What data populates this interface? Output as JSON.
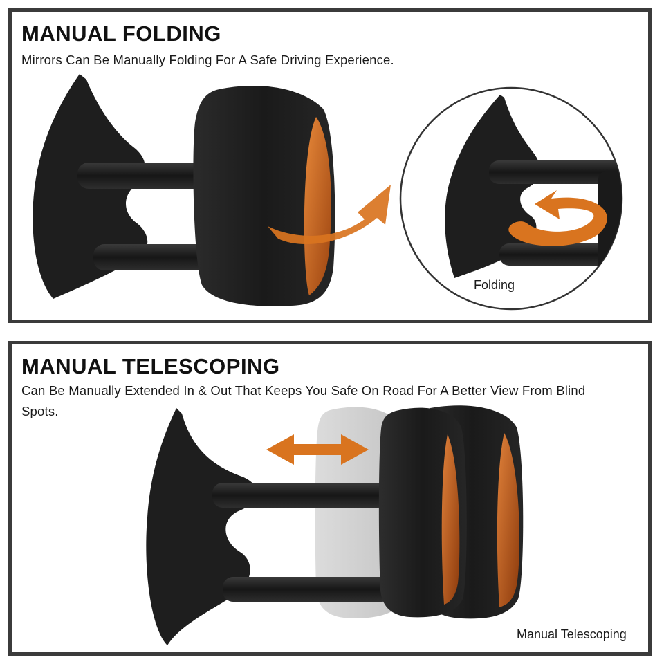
{
  "folding": {
    "title": "MANUAL FOLDING",
    "description": "Mirrors Can Be Manually Folding For A Safe Driving Experience.",
    "inset_caption": "Folding"
  },
  "telescoping": {
    "title": "MANUAL TELESCOPING",
    "description": "Can Be Manually Extended In & Out That Keeps You Safe On Road For A Better View From Blind Spots.",
    "caption": "Manual Telescoping"
  },
  "colors": {
    "frame": "#3b3b3b",
    "mirror_body": "#1f1f1f",
    "amber_signal": "#c8621a",
    "arrow_orange": "#d9741f"
  },
  "icons": [
    "fold-arrow-icon",
    "rotate-arrow-icon",
    "double-arrow-icon"
  ]
}
